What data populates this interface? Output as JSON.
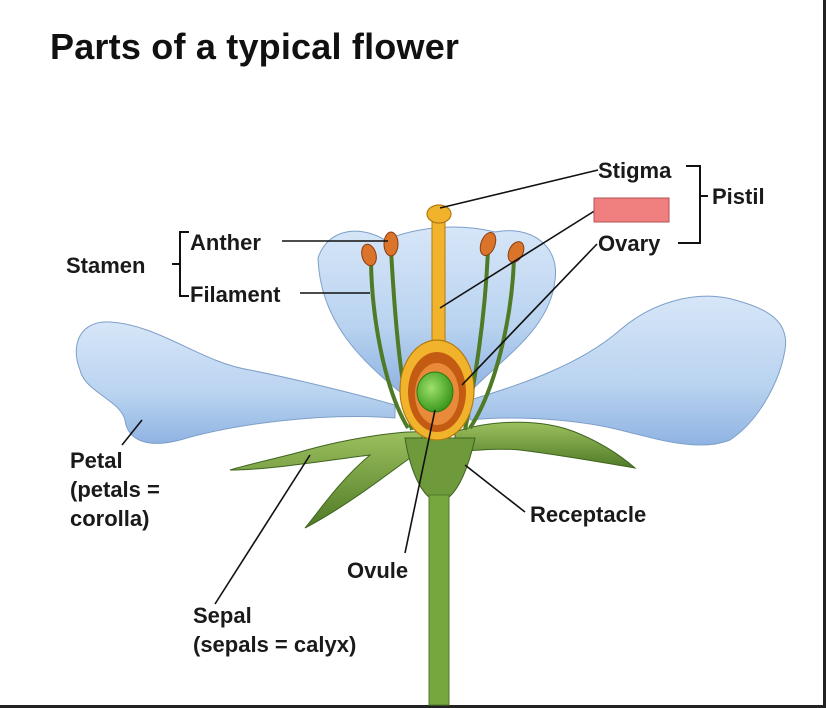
{
  "title": "Parts of a typical flower",
  "labels": {
    "stigma": "Stigma",
    "pistil": "Pistil",
    "ovary": "Ovary",
    "anther": "Anther",
    "stamen": "Stamen",
    "filament": "Filament",
    "petal_1": "Petal",
    "petal_2": "(petals =",
    "petal_3": "corolla)",
    "receptacle": "Receptacle",
    "ovule": "Ovule",
    "sepal_1": "Sepal",
    "sepal_2": "(sepals = calyx)"
  },
  "colors": {
    "petal": "#b9d3f0",
    "petal_shade": "#8fb3e2",
    "sepal": "#6f9a3c",
    "stem": "#76a63e",
    "style": "#f2b32c",
    "ovary_wall": "#c45b12",
    "ovule": "#58b531",
    "anther": "#d9742a",
    "redaction_box": "#f08080"
  }
}
